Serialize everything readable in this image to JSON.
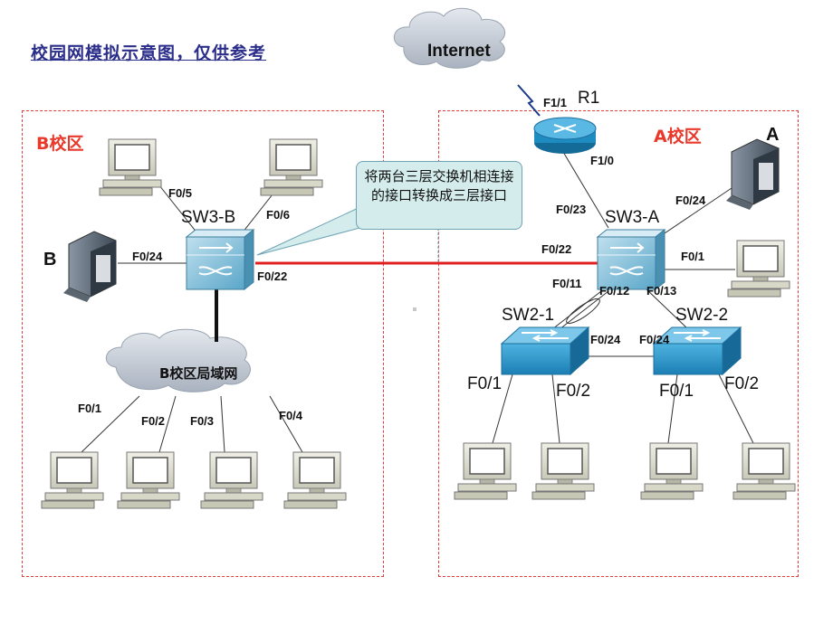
{
  "title": "校园网模拟示意图，仅供参考",
  "regions": {
    "b_campus": "B校区",
    "a_campus": "A校区"
  },
  "clouds": {
    "internet": "Internet",
    "b_lan": "B校区局域网"
  },
  "callout": "将两台三层交换机相连接的接口转换成三层接口",
  "devices": {
    "router": "R1",
    "sw3a": "SW3-A",
    "sw3b": "SW3-B",
    "sw21": "SW2-1",
    "sw22": "SW2-2",
    "server_a": "A",
    "server_b": "B"
  },
  "ports": {
    "r1_f11": "F1/1",
    "r1_f10": "F1/0",
    "sw3a_f023": "F0/23",
    "sw3a_f022": "F0/22",
    "sw3a_f024": "F0/24",
    "sw3a_f01": "F0/1",
    "sw3a_f011": "F0/11",
    "sw3a_f012": "F0/12",
    "sw3a_f013": "F0/13",
    "sw21_f024": "F0/24",
    "sw22_f024": "F0/24",
    "sw21_f01": "F0/1",
    "sw21_f02": "F0/2",
    "sw22_f01": "F0/1",
    "sw22_f02": "F0/2",
    "sw3b_f05": "F0/5",
    "sw3b_f06": "F0/6",
    "sw3b_f024": "F0/24",
    "sw3b_f022": "F0/22",
    "lan_f01": "F0/1",
    "lan_f02": "F0/2",
    "lan_f03": "F0/3",
    "lan_f04": "F0/4"
  },
  "colors": {
    "region_border": "#e23c3c",
    "region_label": "#e8392b",
    "heading": "#2b2e8a",
    "trunk_link": "#e02020",
    "switch_blue": "#2c93c8",
    "router_blue": "#1e8cc0"
  }
}
